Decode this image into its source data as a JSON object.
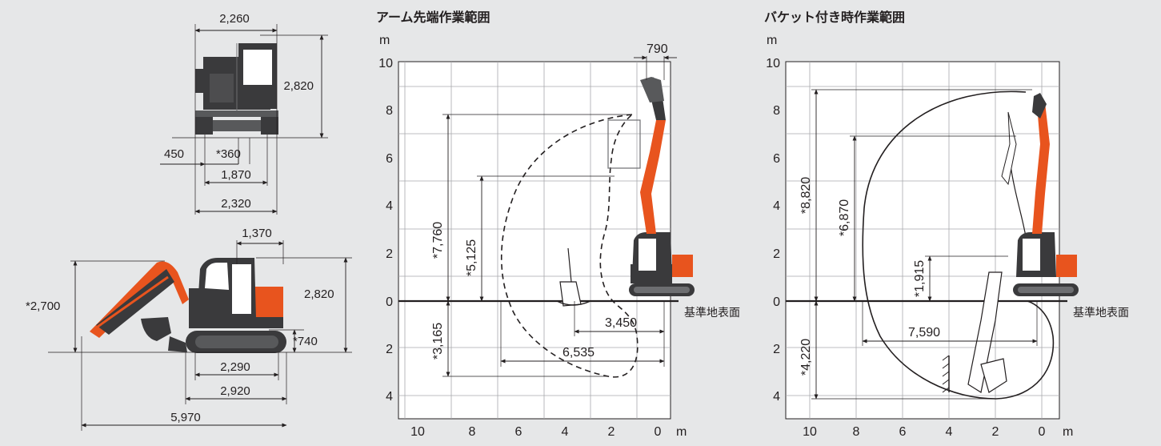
{
  "front_view": {
    "dims": {
      "width_top": "2,260",
      "height": "2,820",
      "d450": "450",
      "d360": "*360",
      "d1870": "1,870",
      "d2320": "2,320"
    }
  },
  "side_view": {
    "dims": {
      "d1370": "1,370",
      "d2700": "*2,700",
      "d2820": "2,820",
      "d740": "*740",
      "d2290": "2,290",
      "d2920": "2,920",
      "d5970": "5,970"
    }
  },
  "chart1": {
    "title": "アーム先端作業範囲",
    "y_unit": "m",
    "x_unit": "m",
    "y_ticks_up": [
      "10",
      "8",
      "6",
      "4",
      "2",
      "0"
    ],
    "y_ticks_down": [
      "2",
      "4"
    ],
    "x_ticks": [
      "10",
      "8",
      "6",
      "4",
      "2",
      "0"
    ],
    "ground_label": "基準地表面",
    "dims": {
      "d790": "790",
      "d7760": "*7,760",
      "d5125": "*5,125",
      "d3165": "*3,165",
      "d3450": "3,450",
      "d6535": "6,535"
    }
  },
  "chart2": {
    "title": "バケット付き時作業範囲",
    "y_unit": "m",
    "x_unit": "m",
    "y_ticks_up": [
      "10",
      "8",
      "6",
      "4",
      "2",
      "0"
    ],
    "y_ticks_down": [
      "2",
      "4"
    ],
    "x_ticks": [
      "10",
      "8",
      "6",
      "4",
      "2",
      "0"
    ],
    "ground_label": "基準地表面",
    "dims": {
      "d8820": "*8,820",
      "d6870": "*6,870",
      "d1915": "*1,915",
      "d4220": "*4,220",
      "d7590": "7,590"
    }
  },
  "colors": {
    "machine_orange": "#e8541e",
    "machine_dark": "#3a3a3c",
    "background": "#e6e7e8",
    "plot_bg": "#ffffff",
    "grid": "#a7a9ac"
  }
}
